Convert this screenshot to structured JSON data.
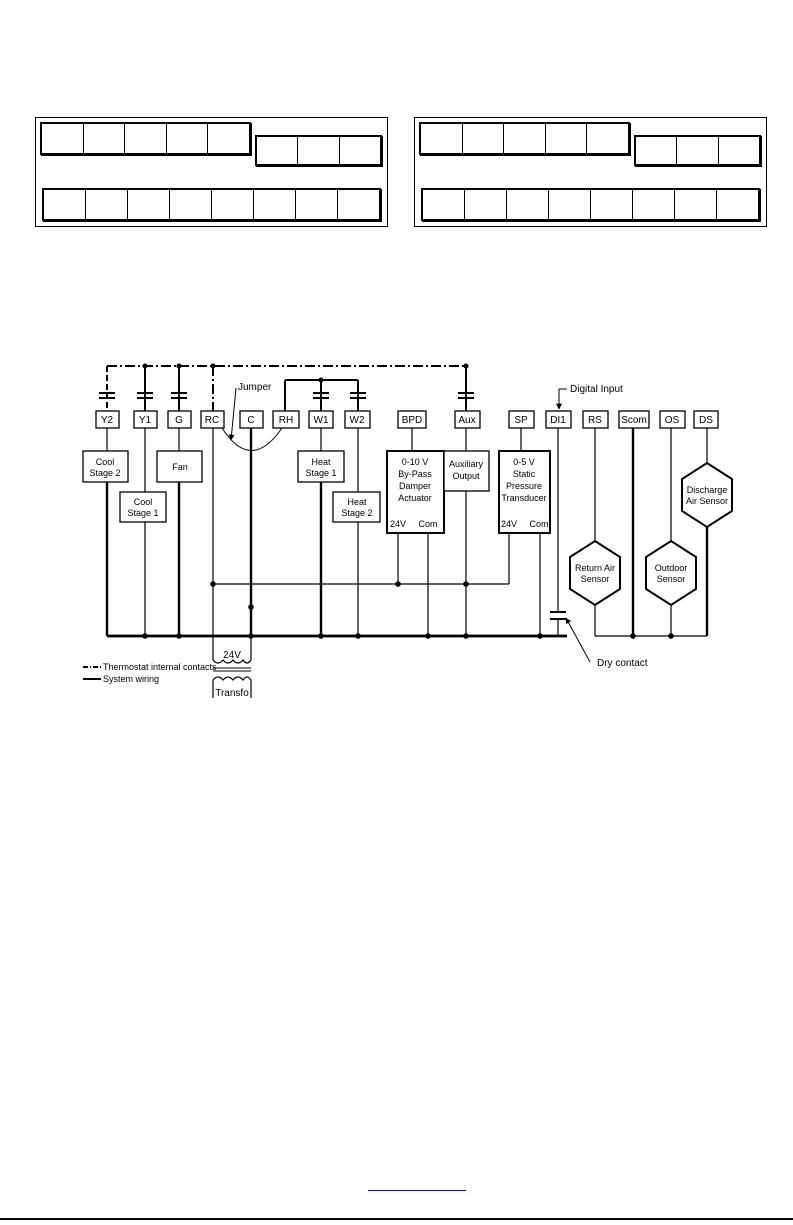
{
  "terminal_blocks": {
    "left": {
      "top_row_cells": 5,
      "mid_row_cells": 3,
      "bottom_row_cells": 8
    },
    "right": {
      "top_row_cells": 5,
      "mid_row_cells": 3,
      "bottom_row_cells": 8
    }
  },
  "diagram": {
    "terminals": [
      "Y2",
      "Y1",
      "G",
      "RC",
      "C",
      "RH",
      "W1",
      "W2",
      "BPD",
      "Aux",
      "SP",
      "DI1",
      "RS",
      "Scom",
      "OS",
      "DS"
    ],
    "jumper_label": "Jumper",
    "digital_input_label": "Digital Input",
    "loads": {
      "cool_stage_2": [
        "Cool",
        "Stage 2"
      ],
      "cool_stage_1": [
        "Cool",
        "Stage 1"
      ],
      "fan": [
        "Fan"
      ],
      "heat_stage_1": [
        "Heat",
        "Stage 1"
      ],
      "heat_stage_2": [
        "Heat",
        "Stage 2"
      ],
      "bypass_damper": [
        "0-10 V",
        "By-Pass",
        "Damper",
        "Actuator"
      ],
      "bypass_damper_pins": [
        "24V",
        "Com"
      ],
      "auxiliary": [
        "Auxiliary",
        "Output"
      ],
      "static_pressure": [
        "0-5 V",
        "Static",
        "Pressure",
        "Transducer"
      ],
      "static_pressure_pins": [
        "24V",
        "Com"
      ]
    },
    "sensors": {
      "return_air": [
        "Return Air",
        "Sensor"
      ],
      "outdoor": [
        "Outdoor",
        "Sensor"
      ],
      "discharge": [
        "Discharge",
        "Air Sensor"
      ]
    },
    "transformer_voltage": "24V",
    "transformer_label": "Transfo",
    "dry_contact_label": "Dry contact",
    "legend": {
      "internal": "Thermostat internal contacts",
      "system": "System wiring"
    }
  }
}
